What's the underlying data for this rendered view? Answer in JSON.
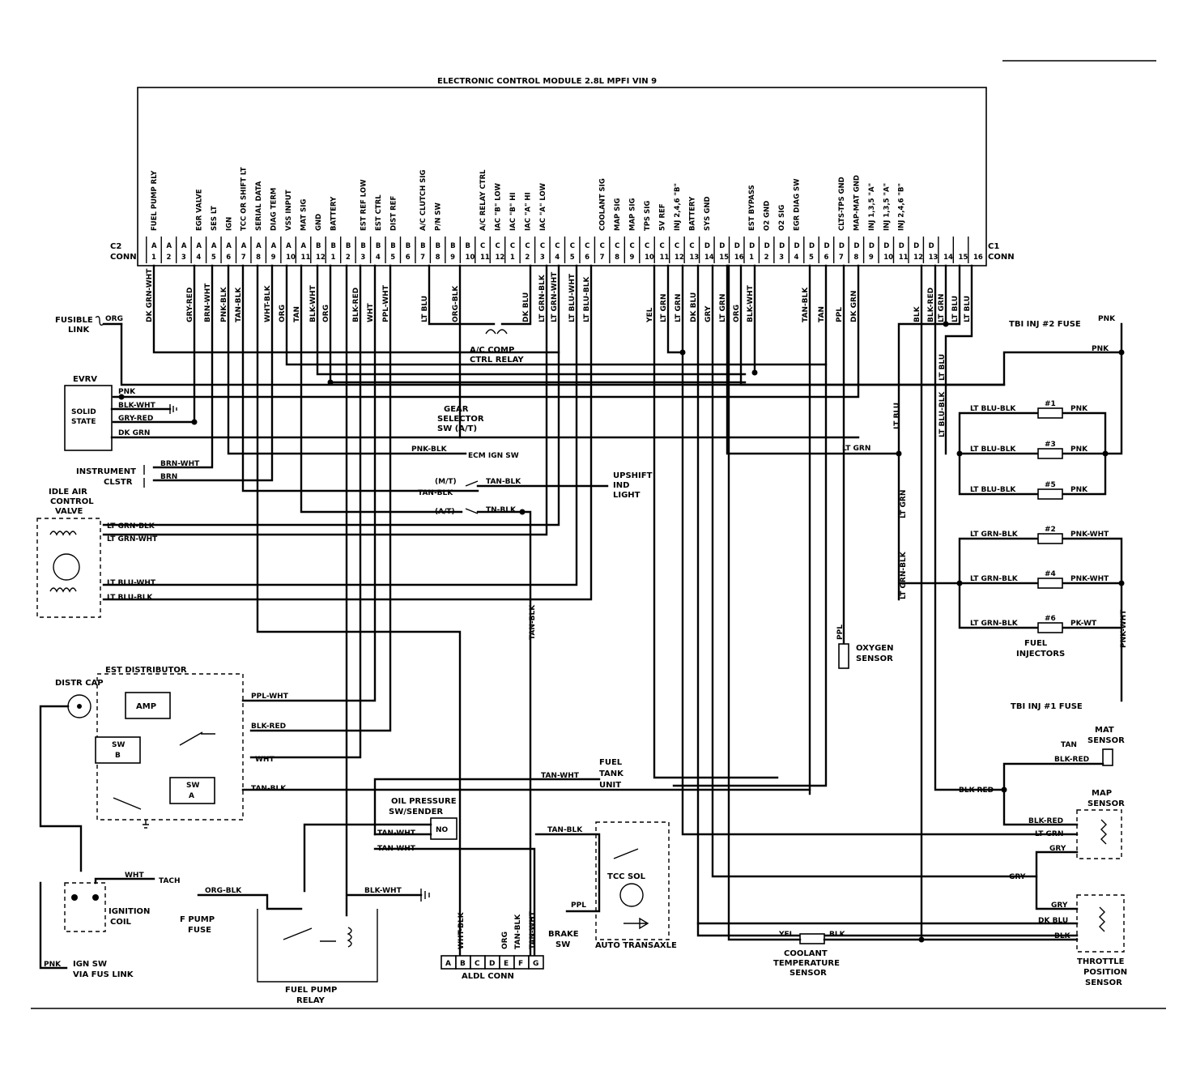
{
  "ecm": {
    "title": "ELECTRONIC CONTROL MODULE 2.8L MPFI VIN 9",
    "c2_label": [
      "C2",
      "CONN"
    ],
    "c1_label": [
      "C1",
      "CONN"
    ],
    "functions": [
      "FUEL PUMP RLY",
      "",
      "",
      "EGR VALVE",
      "SES LT",
      "IGN",
      "TCC OR SHIFT LT",
      "SERIAL DATA",
      "DIAG TERM",
      "VSS INPUT",
      "MAT SIG",
      "GND",
      "BATTERY",
      "",
      "EST REF LOW",
      "EST CTRL",
      "DIST REF",
      "",
      "A/C CLUTCH SIG",
      "P/N SW",
      "",
      "",
      "A/C RELAY CTRL",
      "IAC \"B\" LOW",
      "IAC \"B\" HI",
      "IAC \"A\" HI",
      "IAC \"A\" LOW",
      "",
      "",
      "",
      "COOLANT SIG",
      "MAP SIG",
      "MAP SIG",
      "TPS SIG",
      "5V REF",
      "INJ 2,4,6 \"B\"",
      "BATTERY",
      "SYS GND",
      "",
      "",
      "EST BYPASS",
      "O2 GND",
      "O2 SIG",
      "EGR DIAG SW",
      "",
      "",
      "CLTS-TPS GND",
      "MAP-MAT GND",
      "INJ 1,3,5 \"A\"",
      "INJ 1,3,5 \"A\"",
      "INJ 2,4,6 \"B\""
    ],
    "pins_row1": [
      "A",
      "A",
      "A",
      "A",
      "A",
      "A",
      "A",
      "A",
      "A",
      "A",
      "A",
      "B",
      "B",
      "B",
      "B",
      "B",
      "B",
      "B",
      "B",
      "B",
      "B",
      "B",
      "C",
      "C",
      "C",
      "C",
      "C",
      "C",
      "C",
      "C",
      "C",
      "C",
      "C",
      "C",
      "C",
      "C",
      "C",
      "D",
      "D",
      "D",
      "D",
      "D",
      "D",
      "D",
      "D",
      "D",
      "D",
      "D",
      "D",
      "D",
      "D",
      "D",
      "D"
    ],
    "pins_row2": [
      "1",
      "2",
      "3",
      "4",
      "5",
      "6",
      "7",
      "8",
      "9",
      "10",
      "11",
      "12",
      "1",
      "2",
      "3",
      "4",
      "5",
      "6",
      "7",
      "8",
      "9",
      "10",
      "11",
      "12",
      "1",
      "2",
      "3",
      "4",
      "5",
      "6",
      "7",
      "8",
      "9",
      "10",
      "11",
      "12",
      "13",
      "14",
      "15",
      "16",
      "1",
      "2",
      "3",
      "4",
      "5",
      "6",
      "7",
      "8",
      "9",
      "10",
      "11",
      "12",
      "13",
      "14",
      "15",
      "16"
    ]
  },
  "wire_labels": {
    "dk_grn_wht": "DK GRN-WHT",
    "gry_red": "GRY-RED",
    "brn_wht": "BRN-WHT",
    "pnk_blk": "PNK-BLK",
    "tan_blk": "TAN-BLK",
    "org": "ORG",
    "wht_blk": "WHT-BLK",
    "brn": "BRN",
    "tan": "TAN",
    "blk_wht": "BLK-WHT",
    "blk_red": "BLK-RED",
    "wht": "WHT",
    "ppl_wht": "PPL-WHT",
    "lt_blu": "LT BLU",
    "org_blk": "ORG-BLK",
    "dk_blu": "DK BLU",
    "lt_grn_blk": "LT GRN-BLK",
    "lt_grn_wht": "LT GRN-WHT",
    "lt_blu_wht": "LT BLU-WHT",
    "lt_blu_blk": "LT BLU-BLK",
    "yel": "YEL",
    "lt_grn": "LT GRN",
    "gry": "GRY",
    "ppl": "PPL",
    "dk_grn": "DK GRN",
    "blk": "BLK",
    "pnk": "PNK",
    "pnk_wht": "PNK-WHT",
    "pk_wt": "PK-WT",
    "tan_wht": "TAN-WHT",
    "tn_blk": "TN-BLK",
    "lt_blu_blk_v": "LT BLU-BLK",
    "lt_grn_blk_v": "LT GRN-BLK"
  },
  "components": {
    "fusible_link": [
      "FUSIBLE",
      "LINK"
    ],
    "evrv": "EVRV",
    "solid_state": [
      "SOLID",
      "STATE"
    ],
    "instrument_clstr": [
      "INSTRUMENT",
      "CLSTR"
    ],
    "idle_air_valve": [
      "IDLE AIR",
      "CONTROL",
      "VALVE"
    ],
    "ac_relay": [
      "A/C COMP",
      "CTRL RELAY"
    ],
    "gear_selector": [
      "GEAR",
      "SELECTOR",
      "SW (A/T)"
    ],
    "ecm_ign_sw": "ECM IGN SW",
    "upshift": [
      "UPSHIFT",
      "IND",
      "LIGHT"
    ],
    "mt": "(M/T)",
    "at": "(A/T)",
    "est_distributor": "EST DISTRIBUTOR",
    "distr_cap": "DISTR CAP",
    "amp": "AMP",
    "sw_b": [
      "SW",
      "B"
    ],
    "sw_a": [
      "SW",
      "A"
    ],
    "tach": "TACH",
    "ignition_coil": [
      "IGNITION",
      "COIL"
    ],
    "ign_sw": [
      "IGN SW",
      "VIA FUS LINK"
    ],
    "f_pump_fuse": [
      "F PUMP",
      "FUSE"
    ],
    "fuel_pump_relay": [
      "FUEL PUMP",
      "RELAY"
    ],
    "oil_pressure": [
      "OIL PRESSURE",
      "SW/SENDER"
    ],
    "no": "NO",
    "fuel_tank": [
      "FUEL",
      "TANK",
      "UNIT"
    ],
    "aldl_pins": [
      "A",
      "B",
      "C",
      "D",
      "E",
      "F",
      "G"
    ],
    "aldl_conn": "ALDL CONN",
    "tcc_sol": "TCC SOL",
    "brake_sw": [
      "BRAKE",
      "SW"
    ],
    "auto_transaxle": "AUTO TRANSAXLE",
    "oxygen_sensor": [
      "OXYGEN",
      "SENSOR"
    ],
    "tbi_inj2": "TBI INJ #2 FUSE",
    "tbi_inj1": "TBI INJ #1 FUSE",
    "inj": [
      "#1",
      "#3",
      "#5",
      "#2",
      "#4",
      "#6"
    ],
    "fuel_injectors": [
      "FUEL",
      "INJECTORS"
    ],
    "mat_sensor": [
      "MAT",
      "SENSOR"
    ],
    "map_sensor": [
      "MAP",
      "SENSOR"
    ],
    "coolant_sensor": [
      "COOLANT",
      "TEMPERATURE",
      "SENSOR"
    ],
    "tps": [
      "THROTTLE",
      "POSITION",
      "SENSOR"
    ]
  }
}
